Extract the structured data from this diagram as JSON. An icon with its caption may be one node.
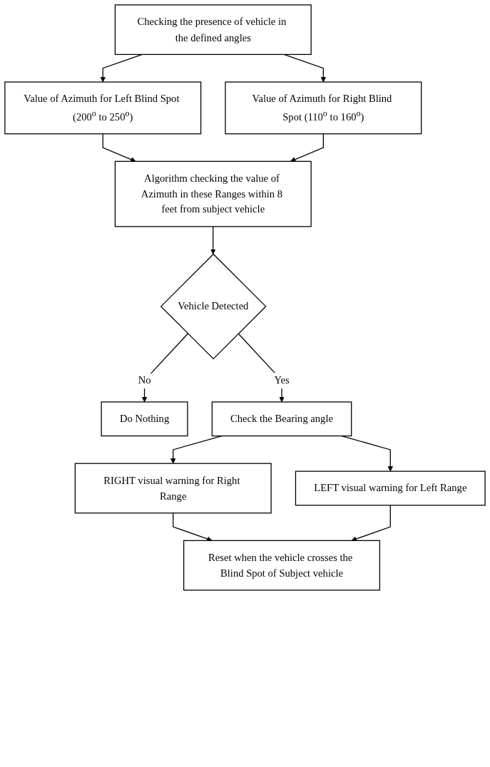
{
  "diagram": {
    "nodes": [
      {
        "text": [
          "Checking the presence of vehicle in the defined angles"
        ]
      },
      {
        "text": [
          "Value of Azimuth for Left Blind Spot (200$^{o}$ to 250$^{o}$)"
        ]
      },
      {
        "text": [
          "Value of Azimuth for Right Blind Spot (110$^{o}$ to 160$^{o}$)"
        ]
      },
      {
        "text": [
          "Algorithm checking the value of Azimuth in these Ranges within 8 feet from subject vehicle"
        ]
      },
      {
        "text": [
          "Vehicle Detected"
        ]
      },
      {
        "text": [
          "Do Nothing"
        ]
      },
      {
        "text": [
          "Check the Bearing angle"
        ]
      },
      {
        "text": [
          "RIGHT visual warning for Right Range"
        ]
      },
      {
        "text": [
          "LEFT visual warning for Left Range"
        ]
      },
      {
        "text": [
          "Reset when the vehicle crosses the Blind Spot of Subject vehicle"
        ]
      }
    ],
    "edges": [
      {
        "from": 0,
        "to": 1,
        "arrow": "to"
      },
      {
        "from": 0,
        "to": 2,
        "arrow": "to"
      },
      {
        "from": 1,
        "to": 3,
        "arrow": "to"
      },
      {
        "from": 2,
        "to": 3,
        "arrow": "to"
      },
      {
        "from": 3,
        "to": 4,
        "arrow": "to"
      },
      {
        "from": 4,
        "to": 5,
        "label": "No",
        "arrow": "to"
      },
      {
        "from": 4,
        "to": 6,
        "label": "Yes",
        "arrow": "to"
      },
      {
        "from": 6,
        "to": 7,
        "arrow": "to"
      },
      {
        "from": 6,
        "to": 8,
        "arrow": "to"
      },
      {
        "from": 7,
        "to": 9,
        "arrow": "to"
      },
      {
        "from": 8,
        "to": 9,
        "arrow": "to"
      }
    ]
  }
}
